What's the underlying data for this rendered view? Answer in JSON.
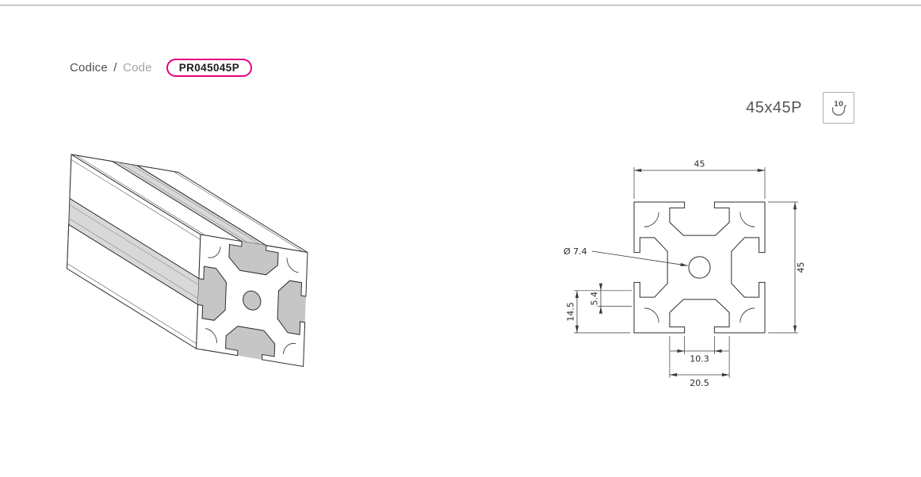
{
  "header": {
    "code_label_it": "Codice",
    "code_label_sep": "/",
    "code_label_en": "Code",
    "code_value": "PR045045P"
  },
  "product": {
    "name": "45x45P",
    "pack_count": "10"
  },
  "icons": {
    "pack_icon": "hand-holding-count-icon"
  },
  "colors": {
    "accent_magenta": "#e6007e",
    "drawing_line": "#3a3a3a",
    "groove_shade": "#d8d8d8"
  },
  "drawing": {
    "dim_width": "45",
    "dim_height": "45",
    "dim_center_hole": "Ø 7.4",
    "dim_slot_depth": "14.5",
    "dim_lip_depth": "5.4",
    "dim_slot_opening": "10.3",
    "dim_slot_cavity": "20.5"
  }
}
